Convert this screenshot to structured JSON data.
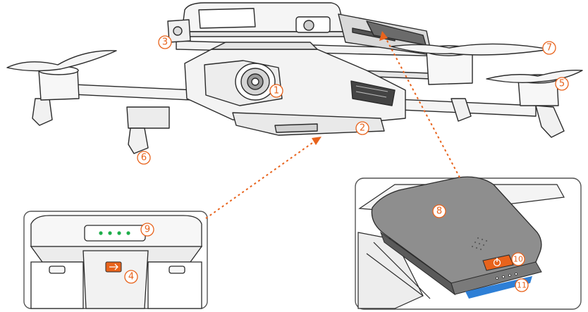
{
  "colors": {
    "accent": "#e8631c",
    "line": "#2b2b2b",
    "led": "#1fae4b",
    "battery_body": "#8e8e8e",
    "blue_strip": "#2e7fd6"
  },
  "callouts": [
    {
      "id": "1",
      "label": "1"
    },
    {
      "id": "2",
      "label": "2"
    },
    {
      "id": "3",
      "label": "3"
    },
    {
      "id": "4",
      "label": "4"
    },
    {
      "id": "5",
      "label": "5"
    },
    {
      "id": "6",
      "label": "6"
    },
    {
      "id": "7",
      "label": "7"
    },
    {
      "id": "8",
      "label": "8"
    },
    {
      "id": "9",
      "label": "9"
    },
    {
      "id": "10",
      "label": "10"
    },
    {
      "id": "11",
      "label": "11"
    }
  ],
  "icons": {
    "usb": "usb-icon",
    "power": "power-icon"
  }
}
